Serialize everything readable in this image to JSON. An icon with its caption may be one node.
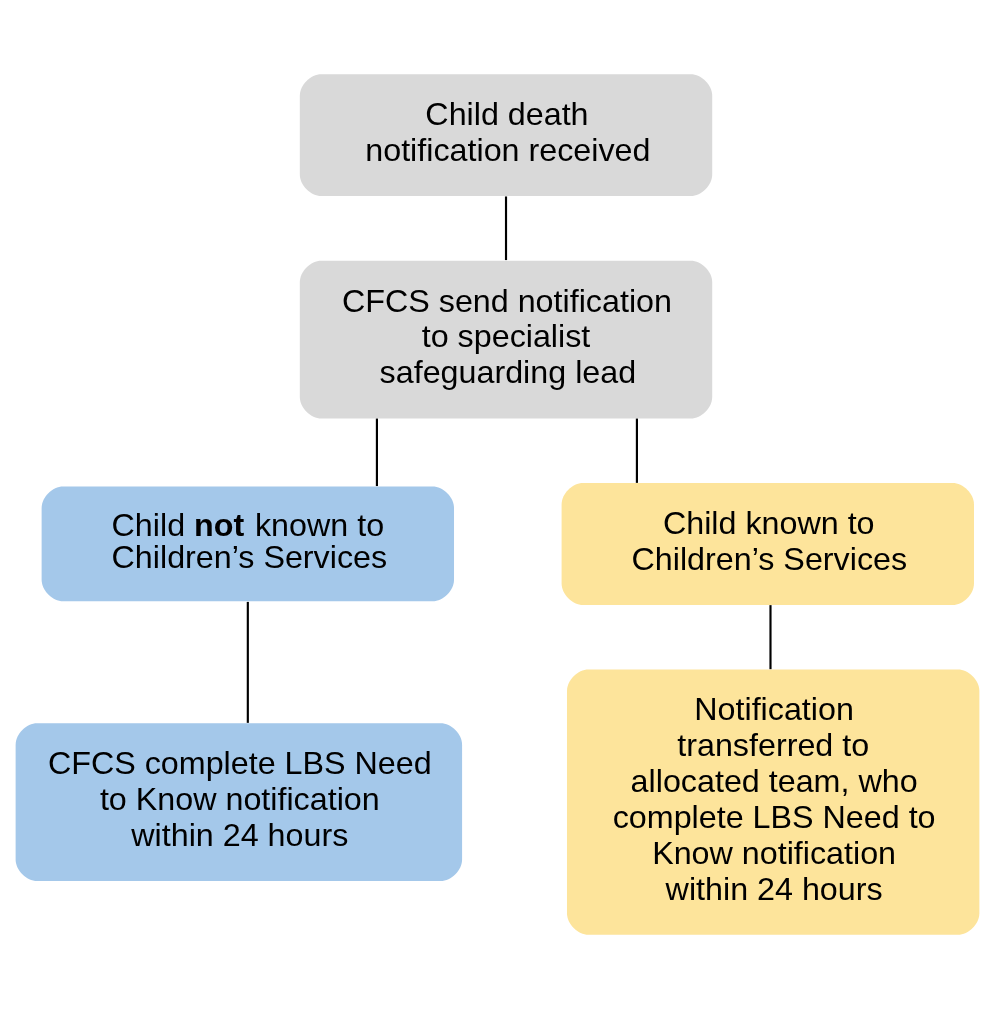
{
  "diagram": {
    "nodes": [
      {
        "text": [
          "Child death notification received"
        ]
      },
      {
        "text": [
          "CFCS send notification to specialist safeguarding lead"
        ]
      },
      {
        "text": [
          "Child **not** known to Children’s Services"
        ]
      },
      {
        "text": [
          "Child known to Children’s Services"
        ]
      },
      {
        "text": [
          "CFCS complete LBS Need to Know notification within 24 hours"
        ]
      },
      {
        "text": [
          "Notification transferred to allocated team, who complete LBS Need to Know notification within 24 hours"
        ]
      }
    ],
    "edges": [
      {
        "from": 0,
        "to": 1,
        "arrow": "none"
      },
      {
        "from": 1,
        "to": 2,
        "arrow": "none"
      },
      {
        "from": 1,
        "to": 3,
        "arrow": "none"
      },
      {
        "from": 2,
        "to": 4,
        "arrow": "none"
      },
      {
        "from": 3,
        "to": 5,
        "arrow": "none"
      }
    ]
  }
}
